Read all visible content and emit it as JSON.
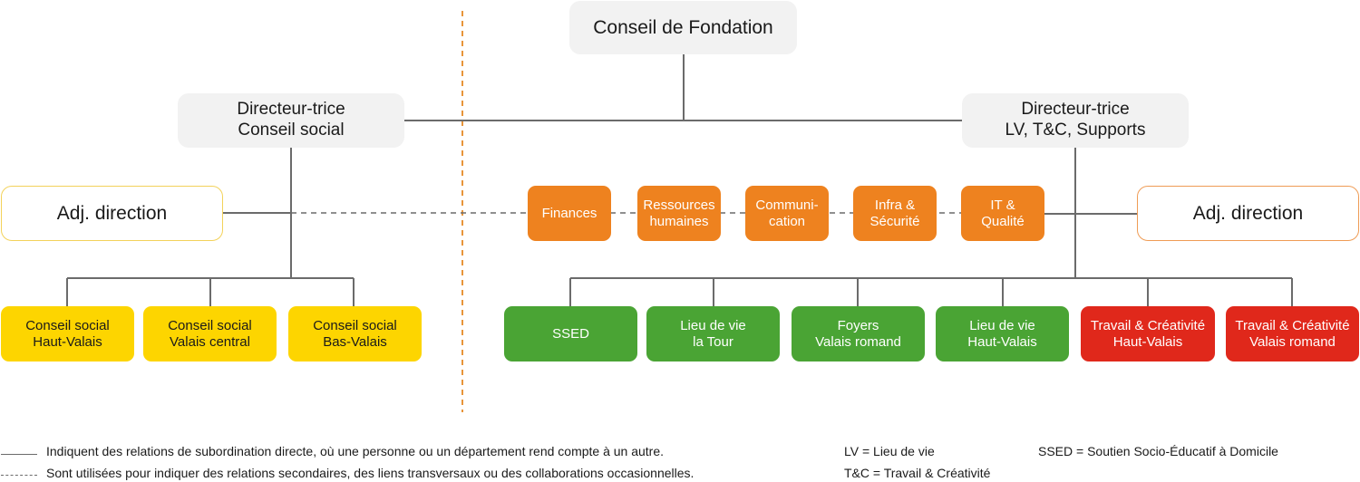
{
  "board": {
    "label": "Conseil de Fondation"
  },
  "directors": {
    "social": {
      "line1": "Directeur-trice",
      "line2": "Conseil social"
    },
    "supports": {
      "line1": "Directeur-trice",
      "line2": "LV, T&C, Supports"
    }
  },
  "adjuncts": {
    "left": {
      "label": "Adj. direction"
    },
    "right": {
      "label": "Adj. direction"
    }
  },
  "supports": [
    {
      "line1": "Finances",
      "line2": ""
    },
    {
      "line1": "Ressources",
      "line2": "humaines"
    },
    {
      "line1": "Communi-",
      "line2": "cation"
    },
    {
      "line1": "Infra &",
      "line2": "Sécurité"
    },
    {
      "line1": "IT &",
      "line2": "Qualité"
    }
  ],
  "social_units": [
    {
      "line1": "Conseil social",
      "line2": "Haut-Valais"
    },
    {
      "line1": "Conseil social",
      "line2": "Valais central"
    },
    {
      "line1": "Conseil social",
      "line2": "Bas-Valais"
    }
  ],
  "units": [
    {
      "line1": "SSED",
      "line2": ""
    },
    {
      "line1": "Lieu de vie",
      "line2": "la Tour"
    },
    {
      "line1": "Foyers",
      "line2": "Valais romand"
    },
    {
      "line1": "Lieu de vie",
      "line2": "Haut-Valais"
    },
    {
      "line1": "Travail & Créativité",
      "line2": "Haut-Valais"
    },
    {
      "line1": "Travail & Créativité",
      "line2": "Valais romand"
    }
  ],
  "legend": {
    "solid": "Indiquent des relations de subordination directe, où une personne ou un département rend compte à un autre.",
    "dashed": "Sont utilisées pour indiquer des relations secondaires, des liens transversaux ou des collaborations occasionnelles.",
    "abbr_lv": "LV = Lieu de vie",
    "abbr_tc": "T&C = Travail & Créativité",
    "abbr_ssed": "SSED = Soutien Socio-Éducatif à Domicile"
  },
  "colors": {
    "support": "#ee821f",
    "social_unit": "#fdd500",
    "living_unit": "#4aa434",
    "work_unit": "#e0281b",
    "divider": "#e8953a",
    "connector": "#6b6b6b"
  }
}
